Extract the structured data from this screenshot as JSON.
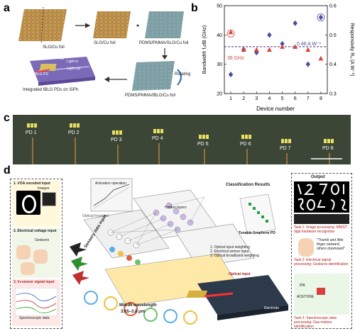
{
  "panels": {
    "a": {
      "letter": "a",
      "labels": {
        "foil1": "SLG/Cu foil",
        "foil2": "SLG/Cu foil",
        "pdms": "PDMS/PMMA/SLG/Cu foil",
        "rotating": "Rotating",
        "tblg": "PDMS/PMMA/tBLG/Cu foil",
        "integrated": "Integrated tBLG PDs on SiPh",
        "light_in": "Light in",
        "light_out": "Light out",
        "tbl_pd": "tBLG-PD",
        "au": "Au"
      }
    },
    "b": {
      "letter": "b",
      "annotation_36": "36 GHz",
      "annotation_046": "0.46 A W⁻¹"
    },
    "c": {
      "letter": "c",
      "devices": [
        "PD 1",
        "PD 2",
        "PD 3",
        "PD 4",
        "PD 5",
        "PD 6",
        "PD 7",
        "PD 8"
      ]
    },
    "d": {
      "letter": "d",
      "input1": "1. VOA encoded input",
      "images": "Images",
      "input2": "2. Electrical voltage input",
      "gestures": "Gestures",
      "input3": "3. In-sensor signal input",
      "spectro": "Spectroscopic data",
      "act_op": "Activation operation",
      "optical_frontend": "Optical Frontend",
      "hidden": "Hidden layers",
      "classification": "Classification Results",
      "sensory": "Sensory data input",
      "midir": "Mid-IR wavelength",
      "midir_range": "3.65–3.8 μm",
      "tunable": "Tunable Graphene PD",
      "weighting": [
        "1. Optical input weighting",
        "2. Electrical sensor input",
        "3. Optical broadband weighting"
      ],
      "optical_input": "Optical input",
      "electrode": "Electrode",
      "output_title": "Output",
      "task1": "Task 1: Image processing: MNIST digit hardware recognition",
      "thumbs": "\"Thumb and little finger outward, others downward\"",
      "task2": "Task 2: Electrical signal processing: Gestures identification",
      "task3": "Task 3: Spectroscopic data processing: Gas mixture identification",
      "acetone": "ACETONE",
      "ipa": "IPA"
    }
  },
  "chart_data": {
    "type": "scatter",
    "xlabel": "Device number",
    "ylabel": "Bandwidth f₃dB (GHz)",
    "ylabel_right": "Responsivity Rₐ (A W⁻¹)",
    "ylim": [
      20,
      50
    ],
    "ylim_right": [
      0.3,
      0.6
    ],
    "x": [
      1,
      2,
      3,
      4,
      5,
      6,
      7,
      8
    ],
    "xticks": [
      "1",
      "2",
      "3",
      "4",
      "5",
      "6",
      "7",
      "8"
    ],
    "yticks": [
      "20",
      "30",
      "40",
      "50"
    ],
    "yticks_right": [
      "0.3",
      "0.4",
      "0.5",
      "0.6"
    ],
    "series": [
      {
        "axis": "left",
        "color": "#4a4e9e",
        "marker": "diamond",
        "values": [
          26.5,
          35,
          34,
          40,
          37,
          44,
          30,
          46
        ]
      },
      {
        "axis": "right",
        "color": "#d8453a",
        "marker": "triangle",
        "values": [
          0.51,
          0.45,
          0.45,
          0.45,
          0.46,
          0.46,
          0.45,
          0.42
        ]
      }
    ],
    "ref_lines": [
      {
        "axis": "left",
        "value": 36,
        "color": "#d8453a"
      },
      {
        "axis": "right",
        "value": 0.46,
        "color": "#4a4e9e"
      }
    ]
  }
}
